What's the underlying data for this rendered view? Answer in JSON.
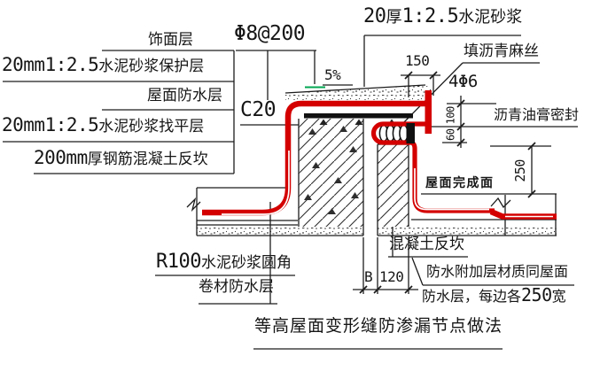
{
  "title": {
    "text": "等高屋面变形缝防渗漏节点做法"
  },
  "callouts": {
    "finish_layer": "饰面层",
    "protect_num": "20mm1:2.5",
    "protect_txt": "水泥砂浆保护层",
    "roof_waterproof": "屋面防水层",
    "leveling_num": "20mm1:2.5",
    "leveling_txt": "水泥砂浆找平层",
    "curb_num": "200mm",
    "curb_txt": "厚钢筋混凝土反坎",
    "mesh": "Φ8@200",
    "c20": "C20",
    "mortar_n1": "20",
    "mortar_t1": "厚",
    "mortar_n2": "1:2.5",
    "mortar_t2": "水泥砂浆",
    "hemp_fill": "填沥青麻丝",
    "bars": "4Φ6",
    "sealant": "沥青油膏密封",
    "finished_surface": "屋面完成面",
    "concrete_curb": "混凝土反坎",
    "add_layer_line1": "防水附加层材质同屋面",
    "add_layer_line2a": "防水层，每边各",
    "add_layer_line2b": "250",
    "add_layer_line2c": "宽",
    "fillet_num": "R100",
    "fillet_txt": "水泥砂浆圆角",
    "membrane": "卷材防水层"
  },
  "dims": {
    "d150": "150",
    "slope": "5%",
    "d100": "100",
    "d60": "60",
    "d250": "250",
    "dB": "B",
    "d120": "120"
  },
  "colors": {
    "waterproof_red": "#d40000",
    "line": "#1c1c1c",
    "slope_green": "#00a650",
    "sealant_black": "#111111"
  }
}
